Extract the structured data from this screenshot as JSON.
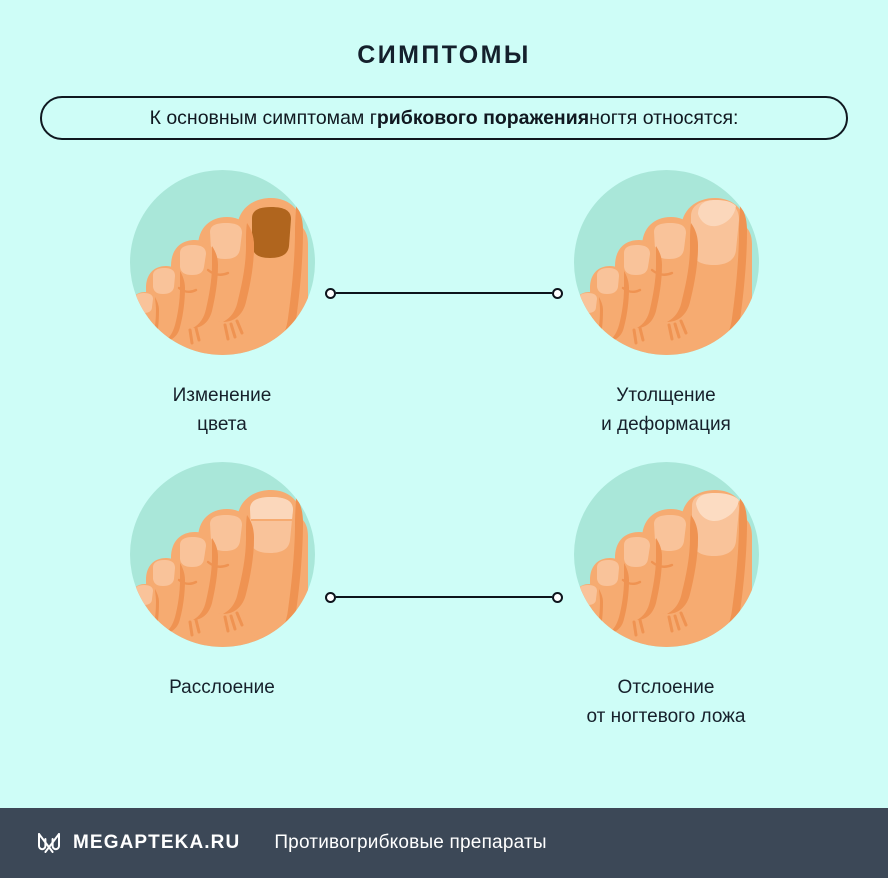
{
  "page": {
    "title": "СИМПТОМЫ",
    "background_color": "#cefdf7",
    "circle_color": "#a9e7d9"
  },
  "banner": {
    "text_before": "К основным симптомам г",
    "text_bold": "рибкового поражения",
    "text_after": " ногтя относятся:",
    "border_color": "#101820"
  },
  "symptoms": [
    {
      "id": "discoloration",
      "caption_line1": "Изменение",
      "caption_line2": "цвета",
      "nail_state": "discolored-dark-brown-nail",
      "nail_color": "#b0651e"
    },
    {
      "id": "thickening",
      "caption_line1": "Утолщение",
      "caption_line2": "и деформация",
      "nail_state": "thickened-deformed-nail",
      "nail_color": "#f9c59e"
    },
    {
      "id": "delamination",
      "caption_line1": "Расслоение",
      "caption_line2": "",
      "nail_state": "split-layered-nail",
      "nail_color": "#fbd4b4"
    },
    {
      "id": "detachment",
      "caption_line1": "Отслоение",
      "caption_line2": "от ногтевого ложа",
      "nail_state": "nail-lifting-from-bed",
      "nail_color": "#fcdcc2"
    }
  ],
  "connectors": [
    {
      "id": "connector-row-1"
    },
    {
      "id": "connector-row-2"
    }
  ],
  "footer": {
    "logo_icon": "megapteka-m-logo-icon",
    "brand": "MEGAPTEKA.RU",
    "text": "Противогрибковые препараты",
    "background_color": "#3c4857"
  },
  "palette": {
    "skin": "#f6ab71",
    "skin_shadow": "#ef9352",
    "outline": "#e8883e",
    "nail_base": "#f9c39a",
    "nail_light": "#fbd7bb"
  }
}
